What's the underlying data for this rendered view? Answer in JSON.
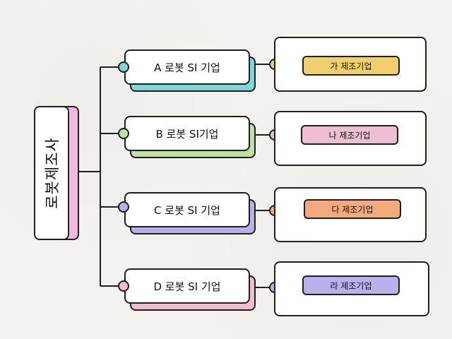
{
  "root": {
    "label": "로봇제조사"
  },
  "branches": [
    {
      "si_label": "A 로봇 SI 기업",
      "manufacturer_label": "가 제조기업",
      "shadow_color": "#7fd6d6",
      "dot_left_color": "#7fd6d6",
      "dot_right_color": "#f1cf6e",
      "pill_color": "#f1cf6e"
    },
    {
      "si_label": "B 로봇 SI기업",
      "manufacturer_label": "나 제조기업",
      "shadow_color": "#c3dfa8",
      "dot_left_color": "#c3dfa8",
      "dot_right_color": "#eebfd4",
      "pill_color": "#eebfd4"
    },
    {
      "si_label": "C 로봇 SI 기업",
      "manufacturer_label": "다 제조기업",
      "shadow_color": "#bcb0ea",
      "dot_left_color": "#bcb0ea",
      "dot_right_color": "#f4aa7c",
      "pill_color": "#f4aa7c"
    },
    {
      "si_label": "D 로봇 SI 기업",
      "manufacturer_label": "라 제조기업",
      "shadow_color": "#efbfcf",
      "dot_left_color": "#efbfcf",
      "dot_right_color": "#b9b1ec",
      "pill_color": "#b9b1ec"
    }
  ]
}
